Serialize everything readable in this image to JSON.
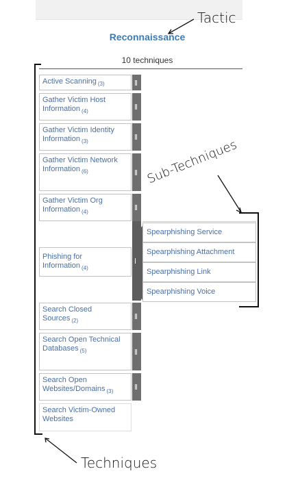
{
  "tactic": {
    "name": "Reconnaissance",
    "technique_count": "10 techniques"
  },
  "techniques": [
    {
      "name": "Active Scanning",
      "count": "(3)"
    },
    {
      "name": "Gather Victim Host Information",
      "count": "(4)"
    },
    {
      "name": "Gather Victim Identity Information",
      "count": "(3)"
    },
    {
      "name": "Gather Victim Network Information",
      "count": "(6)"
    },
    {
      "name": "Gather Victim Org Information",
      "count": "(4)"
    },
    {
      "name": "Phishing for Information",
      "count": "(4)"
    },
    {
      "name": "Search Closed Sources",
      "count": "(2)"
    },
    {
      "name": "Search Open Technical Databases",
      "count": "(5)"
    },
    {
      "name": "Search Open Websites/Domains",
      "count": "(3)"
    },
    {
      "name": "Search Victim-Owned Websites",
      "count": ""
    }
  ],
  "sub_techniques": [
    "Spearphishing Service",
    "Spearphishing Attachment",
    "Spearphishing Link",
    "Spearphishing Voice"
  ],
  "annotations": {
    "tactic": "Tactic",
    "sub_techniques": "Sub-Techniques",
    "techniques": "Techniques"
  },
  "colors": {
    "link": "#4a6fa5",
    "tactic": "#3e7ab3",
    "handle": "#6e6e6e"
  }
}
